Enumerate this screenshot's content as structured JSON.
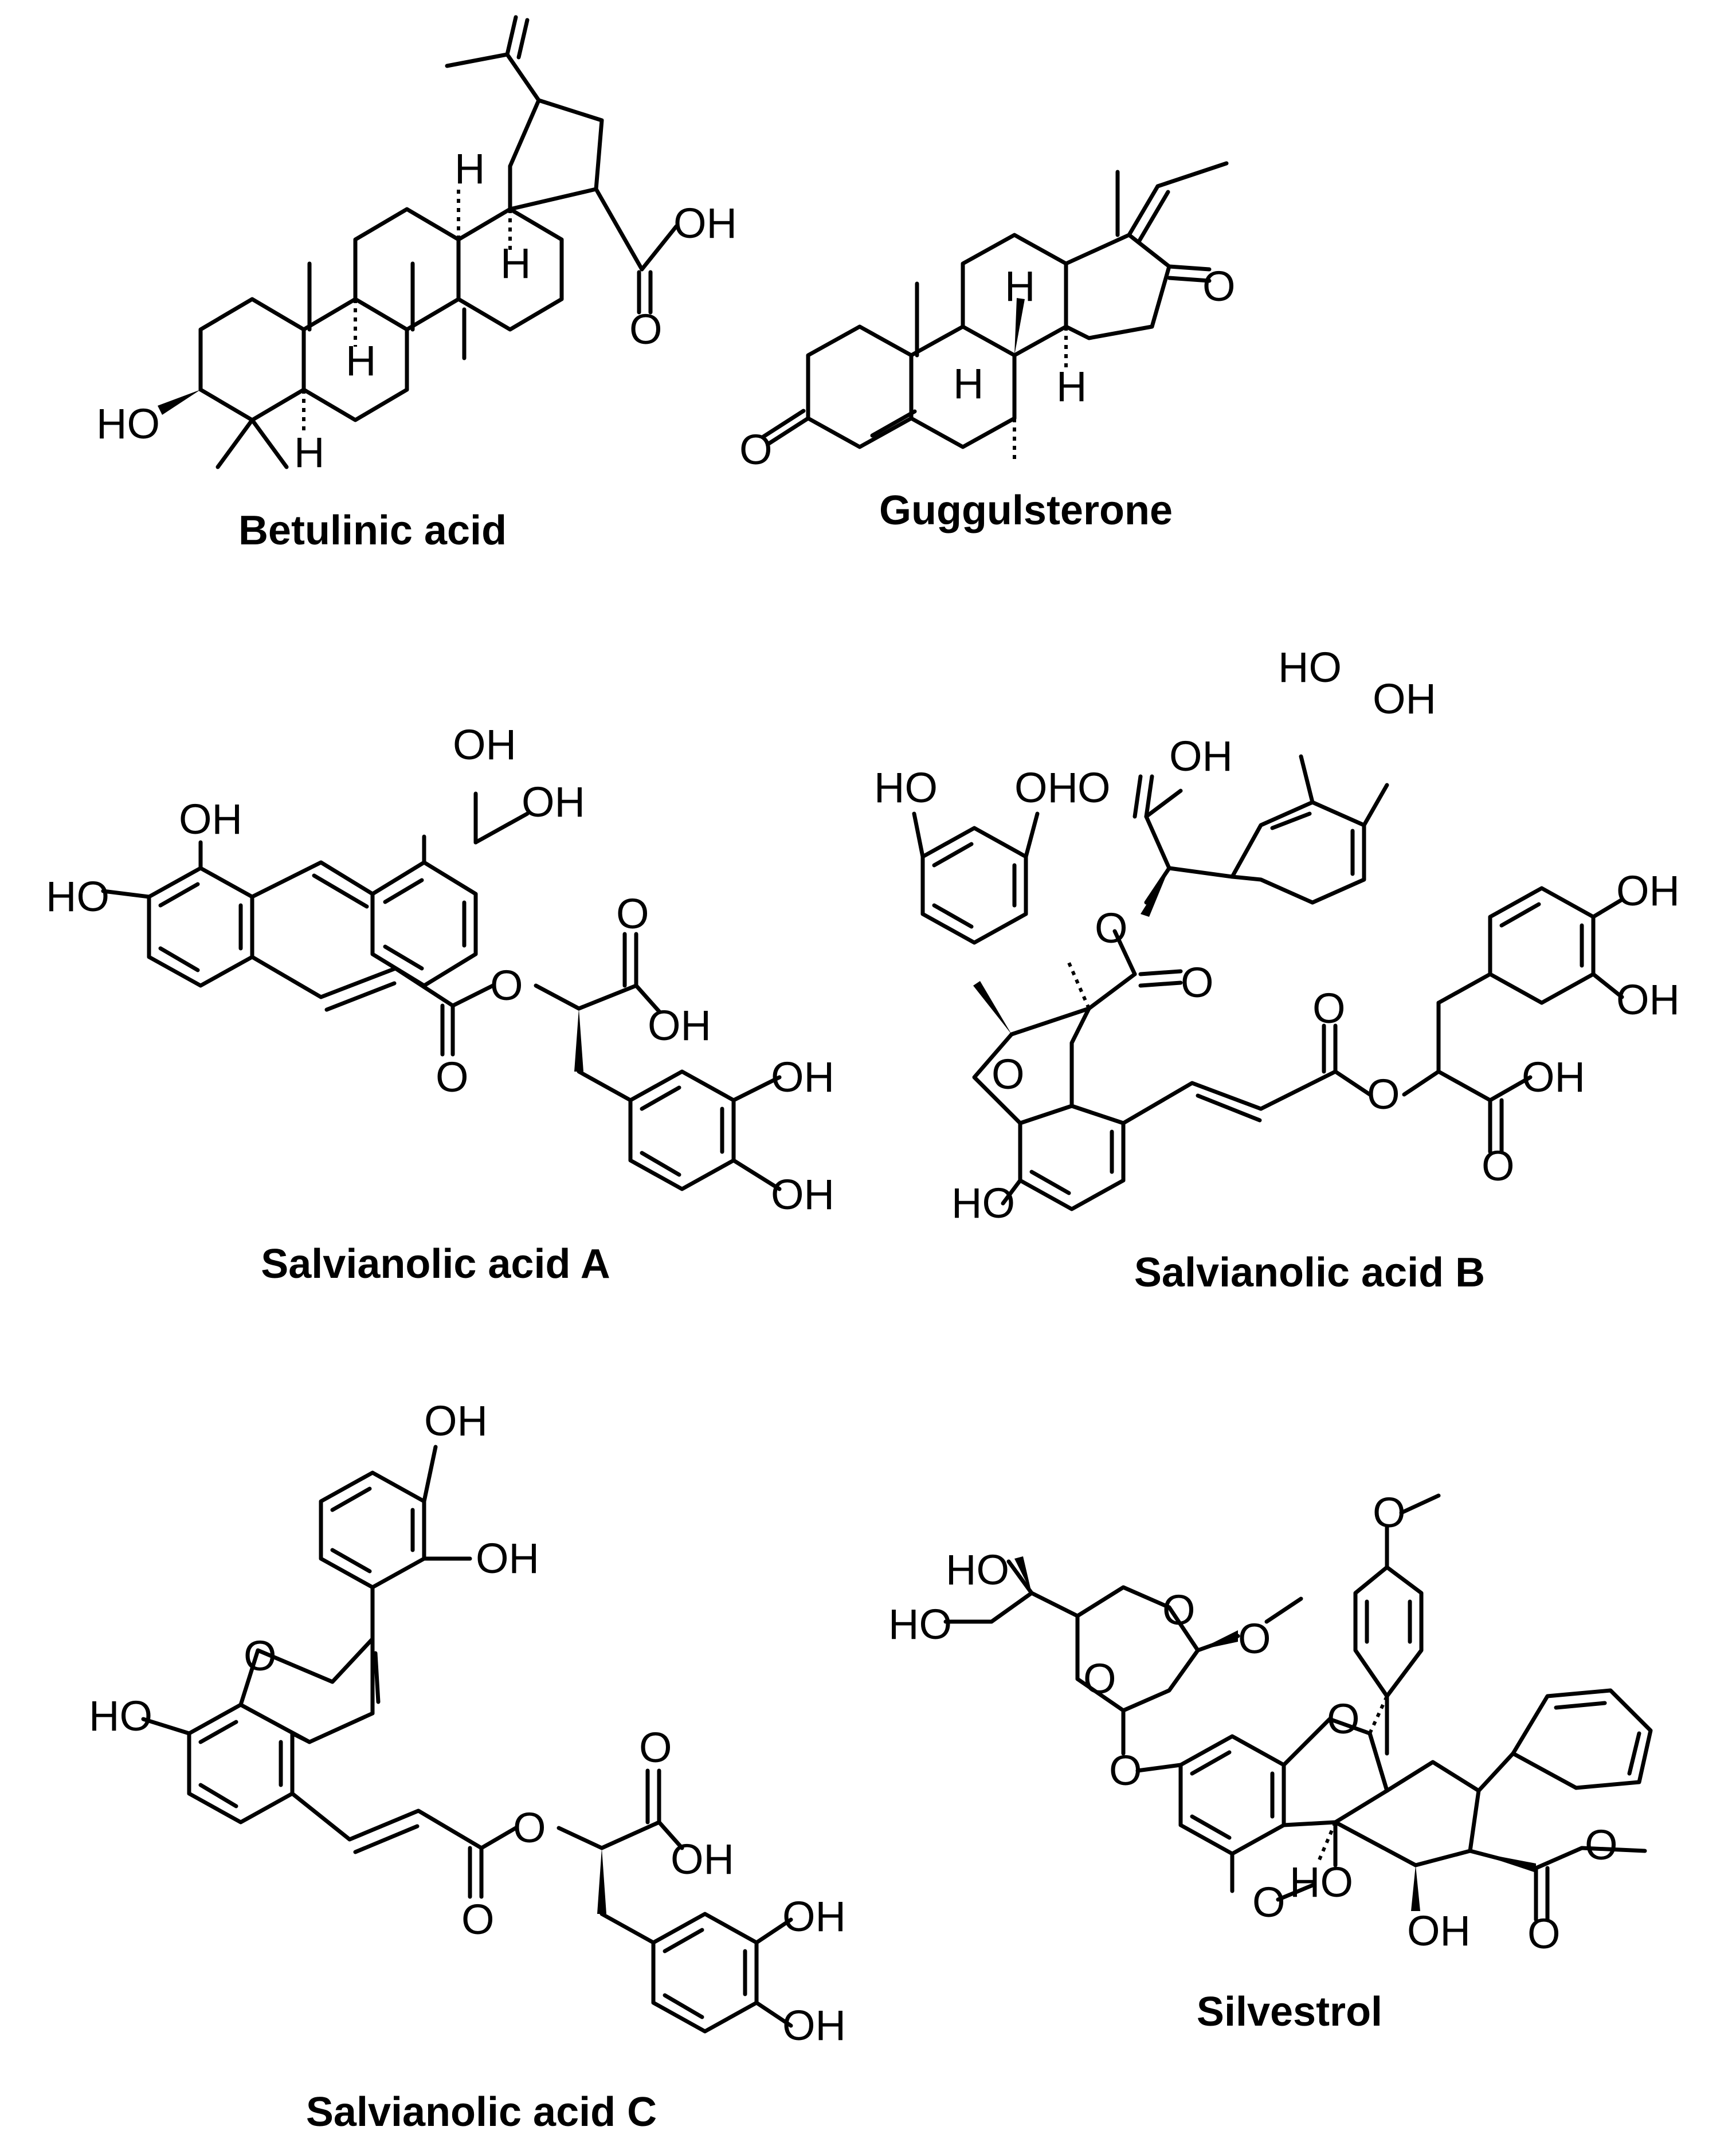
{
  "figure": {
    "compounds": [
      {
        "id": "betulinic-acid",
        "name": "Betulinic acid"
      },
      {
        "id": "guggulsterone",
        "name": "Guggulsterone"
      },
      {
        "id": "salvianolic-acid-a",
        "name": "Salvianolic acid A"
      },
      {
        "id": "salvianolic-acid-b",
        "name": "Salvianolic acid B"
      },
      {
        "id": "salvianolic-acid-c",
        "name": "Salvianolic acid C"
      },
      {
        "id": "silvestrol",
        "name": "Silvestrol"
      }
    ],
    "atom_labels": {
      "oh": "OH",
      "ho": "HO",
      "h": "H",
      "o": "O"
    }
  }
}
